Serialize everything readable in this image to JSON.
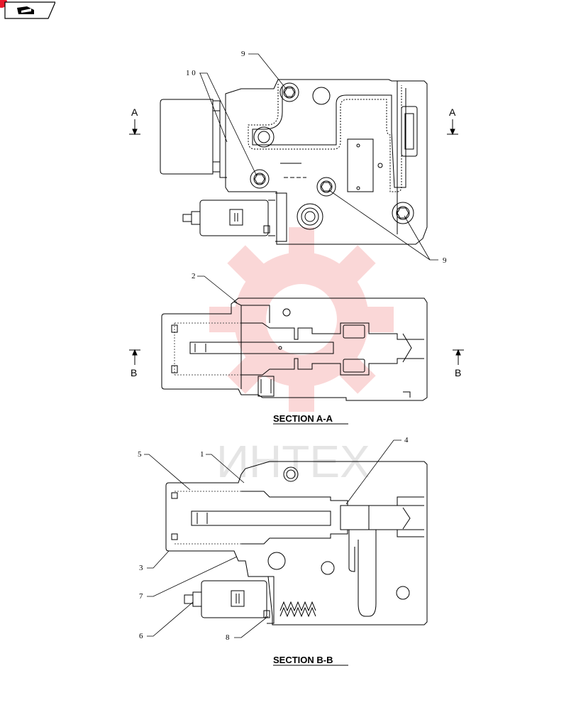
{
  "badge": {
    "icon": "book-pointer-icon",
    "dot_color": "#e8192c"
  },
  "section_marks": {
    "a_left": "A",
    "a_right": "A",
    "b_left": "B",
    "b_right": "B"
  },
  "callouts": {
    "top_9": "9",
    "top_10": "1 0",
    "right_9": "9",
    "mid_2": "2",
    "low_5": "5",
    "low_1": "1",
    "low_4": "4",
    "low_3": "3",
    "low_7": "7",
    "low_6": "6",
    "low_8": "8"
  },
  "section_titles": {
    "aa": "SECTION  A-A",
    "bb": "SECTION  B-B"
  },
  "watermark": {
    "text": "ИНТЕХ",
    "gear_color": "#f6b8b8"
  },
  "colors": {
    "line": "#000000",
    "hidden_line": "#555555",
    "watermark": "#f6b8b8"
  }
}
